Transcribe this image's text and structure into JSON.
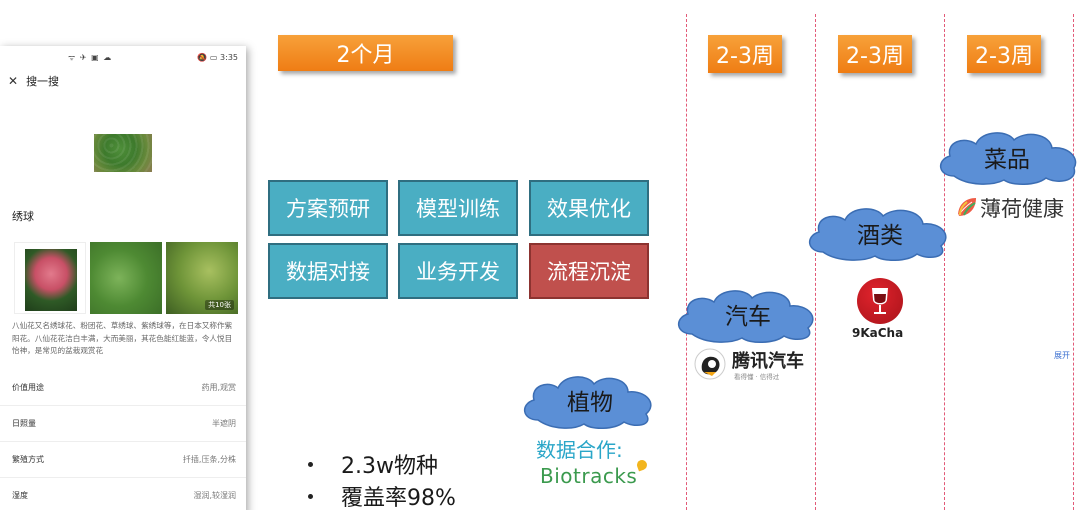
{
  "phone": {
    "status_left": "ᯤ ✈ ▣ ☁",
    "status_right": "🔕 ▭ 3:35",
    "search_title": "搜一搜",
    "plant_name": "绣球",
    "thumb_count": "共10张",
    "description": "八仙花又名绣球花、粉团花、草绣球、紫绣球等，在日本又称作紫阳花。八仙花花洁白丰满，大而美丽，其花色能红能蓝，令人悦目怡神，是常见的盆栽观赏花",
    "expand_label": "展开",
    "attributes": [
      {
        "key": "价值用途",
        "value": "药用,观赏"
      },
      {
        "key": "日照量",
        "value": "半遮阴"
      },
      {
        "key": "繁殖方式",
        "value": "扦插,压条,分株"
      },
      {
        "key": "湿度",
        "value": "湿润,较湿润"
      }
    ]
  },
  "timeline": {
    "main_label": "2个月",
    "week_labels": [
      "2-3周",
      "2-3周",
      "2-3周"
    ]
  },
  "steps": {
    "row1": [
      "方案预研",
      "模型训练",
      "效果优化"
    ],
    "row2": [
      "数据对接",
      "业务开发",
      "流程沉淀"
    ]
  },
  "clouds": {
    "plant": "植物",
    "car": "汽车",
    "wine": "酒类",
    "dish": "菜品"
  },
  "logos": {
    "tencent_name": "腾讯汽车",
    "tencent_slogan": "看得懂 · 信得过",
    "kacha": "9KaCha",
    "bohe": "薄荷健康",
    "data_coop": "数据合作:",
    "biotracks": "Biotracks"
  },
  "bullets": [
    "2.3w物种",
    "覆盖率98%"
  ],
  "colors": {
    "orange": "#ef7d14",
    "step_blue": "#4aaec3",
    "step_red": "#c0504d",
    "cloud_blue": "#5b8fd6",
    "divider_pink": "#e25a78"
  }
}
